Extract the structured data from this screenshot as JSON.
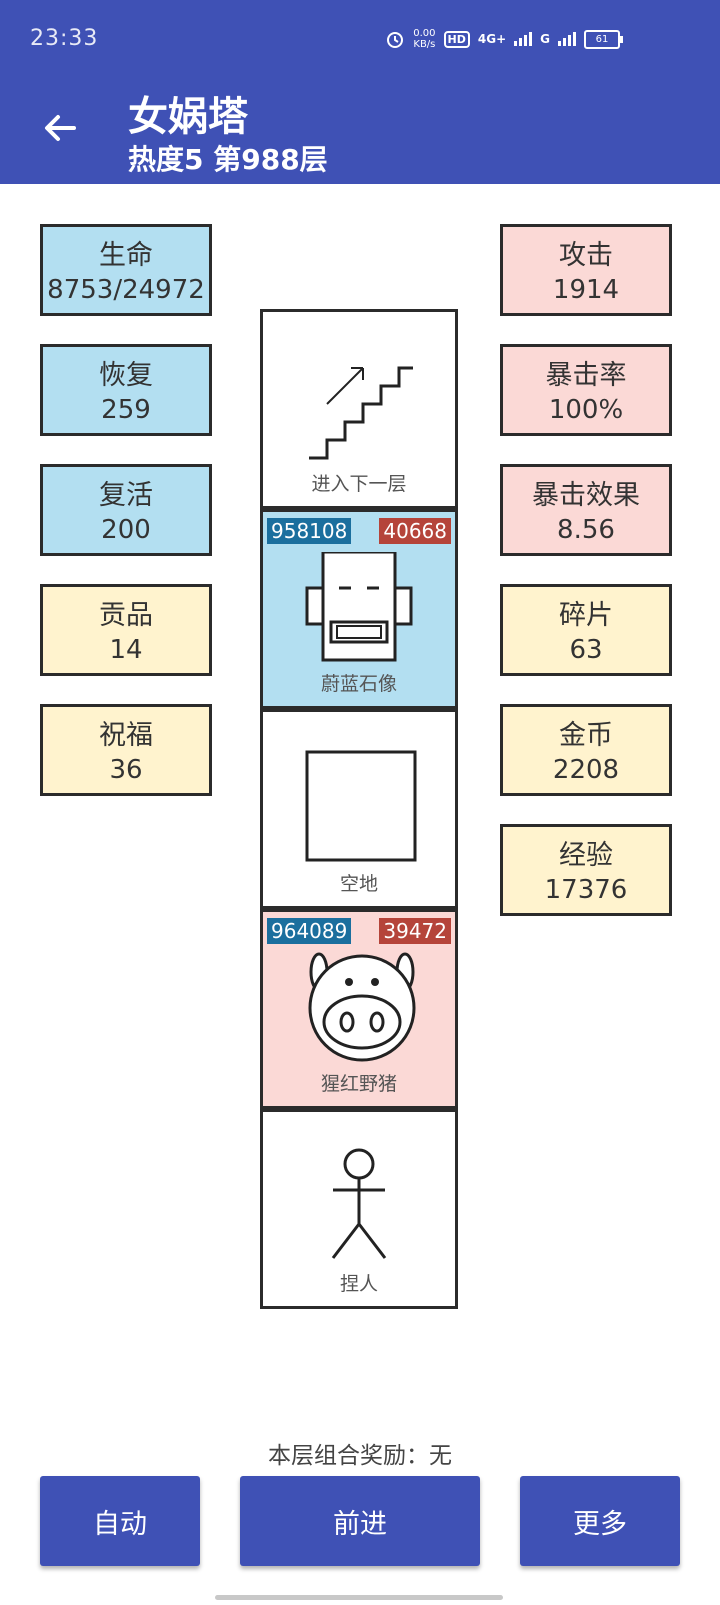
{
  "status": {
    "time": "23:33",
    "speed": "0.00",
    "speed_unit": "KB/s",
    "hd": "HD",
    "net": "4G+",
    "net2": "G",
    "battery": "61"
  },
  "header": {
    "title": "女娲塔",
    "subtitle": "热度5 第988层"
  },
  "left_stats": [
    {
      "label": "生命",
      "value": "8753/24972"
    },
    {
      "label": "恢复",
      "value": "259"
    },
    {
      "label": "复活",
      "value": "200"
    },
    {
      "label": "贡品",
      "value": "14"
    },
    {
      "label": "祝福",
      "value": "36"
    }
  ],
  "right_stats": [
    {
      "label": "攻击",
      "value": "1914"
    },
    {
      "label": "暴击率",
      "value": "100%"
    },
    {
      "label": "暴击效果",
      "value": "8.56"
    },
    {
      "label": "碎片",
      "value": "63"
    },
    {
      "label": "金币",
      "value": "2208"
    },
    {
      "label": "经验",
      "value": "17376"
    }
  ],
  "tower": [
    {
      "name": "进入下一层",
      "icon": "stairs-icon"
    },
    {
      "name": "蔚蓝石像",
      "icon": "stone-statue-icon",
      "hp": "958108",
      "atk": "40668"
    },
    {
      "name": "空地",
      "icon": "empty-square-icon"
    },
    {
      "name": "猩红野猪",
      "icon": "boar-icon",
      "hp": "964089",
      "atk": "39472"
    },
    {
      "name": "捏人",
      "icon": "stick-figure-icon"
    }
  ],
  "footer": {
    "reward": "本层组合奖励：无",
    "auto": "自动",
    "forward": "前进",
    "more": "更多"
  },
  "colors": {
    "primary": "#3f51b5",
    "blue_cell": "#b3dff1",
    "pink_cell": "#fbd9d6",
    "yellow_cell": "#fff3ce",
    "hp_tag": "#1b6f9e",
    "atk_tag": "#b5443a"
  }
}
